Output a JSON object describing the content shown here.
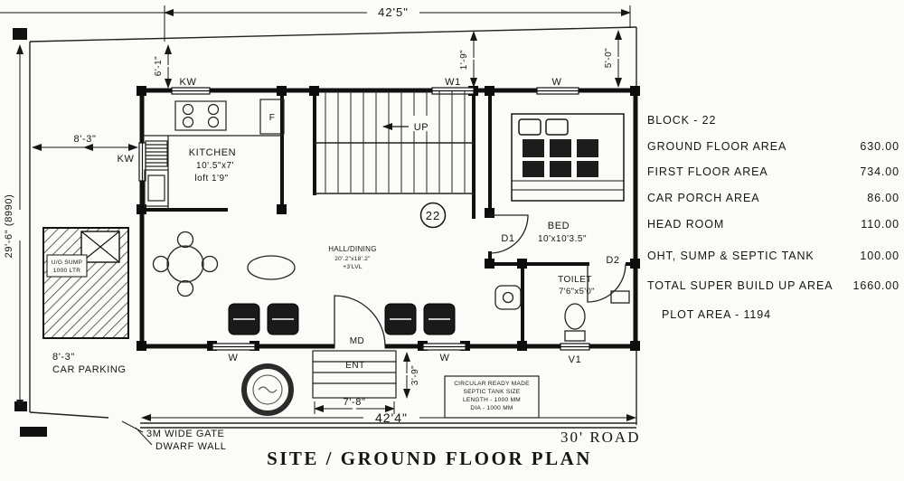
{
  "title": "SITE / GROUND FLOOR PLAN",
  "road_label": "30' ROAD",
  "plan_number": "22",
  "dimensions": {
    "top_width": "42'5\"",
    "left_height": "29'-6\" (8990)",
    "left_setback": "8'-3\"",
    "kitchen_setback": "6'-1\"",
    "stair_setback": "1'-9\"",
    "bed_setback": "5'-0\"",
    "porch_width": "7'-8\"",
    "porch_depth": "3'-9\"",
    "bottom_width": "42'4\""
  },
  "rooms": {
    "kitchen": {
      "name": "KITCHEN",
      "size": "10'.5\"x7'",
      "loft": "loft 1'9\""
    },
    "hall": {
      "name": "HALL/DINING",
      "size": "20'.2\"x18'.2\"",
      "level": "+3'LVL"
    },
    "bed": {
      "name": "BED",
      "size": "10'x10'3.5\""
    },
    "toilet": {
      "name": "TOILET",
      "size": "7'6\"x5'0\""
    }
  },
  "openings": {
    "kw_top": "KW",
    "kw_left": "KW",
    "w1": "W1",
    "w_top": "W",
    "w_bottom_left": "W",
    "w_bottom_right": "W",
    "d1": "D1",
    "d2": "D2",
    "md": "MD",
    "ent": "ENT",
    "v1": "V1",
    "fridge": "F",
    "up": "UP"
  },
  "site": {
    "gate_label": "3M WIDE GATE",
    "dwarf_wall_label": "DWARF WALL",
    "parking_dim": "8'-3\"",
    "parking_label": "CAR PARKING",
    "sump_line1": "U/G SUMP",
    "sump_line2": "1000 LTR"
  },
  "septic_note": {
    "line1": "CIRCULAR READY MADE",
    "line2": "SEPTIC TANK SIZE",
    "line3": "LENGTH - 1000 MM",
    "line4": "DIA - 1000 MM"
  },
  "schedule": {
    "rows": [
      {
        "label": "BLOCK  -  22",
        "value": ""
      },
      {
        "label": "GROUND FLOOR  AREA",
        "value": "630.00"
      },
      {
        "label": "FIRST FLOOR  AREA",
        "value": "734.00"
      },
      {
        "label": "CAR PORCH  AREA",
        "value": "86.00"
      },
      {
        "label": "HEAD ROOM",
        "value": "110.00"
      },
      {
        "label": "OHT,  SUMP  &  SEPTIC  TANK",
        "value": "100.00"
      },
      {
        "label": "TOTAL SUPER BUILD UP AREA",
        "value": "1660.00"
      },
      {
        "label": "PLOT  AREA  -  1194",
        "value": ""
      }
    ]
  }
}
